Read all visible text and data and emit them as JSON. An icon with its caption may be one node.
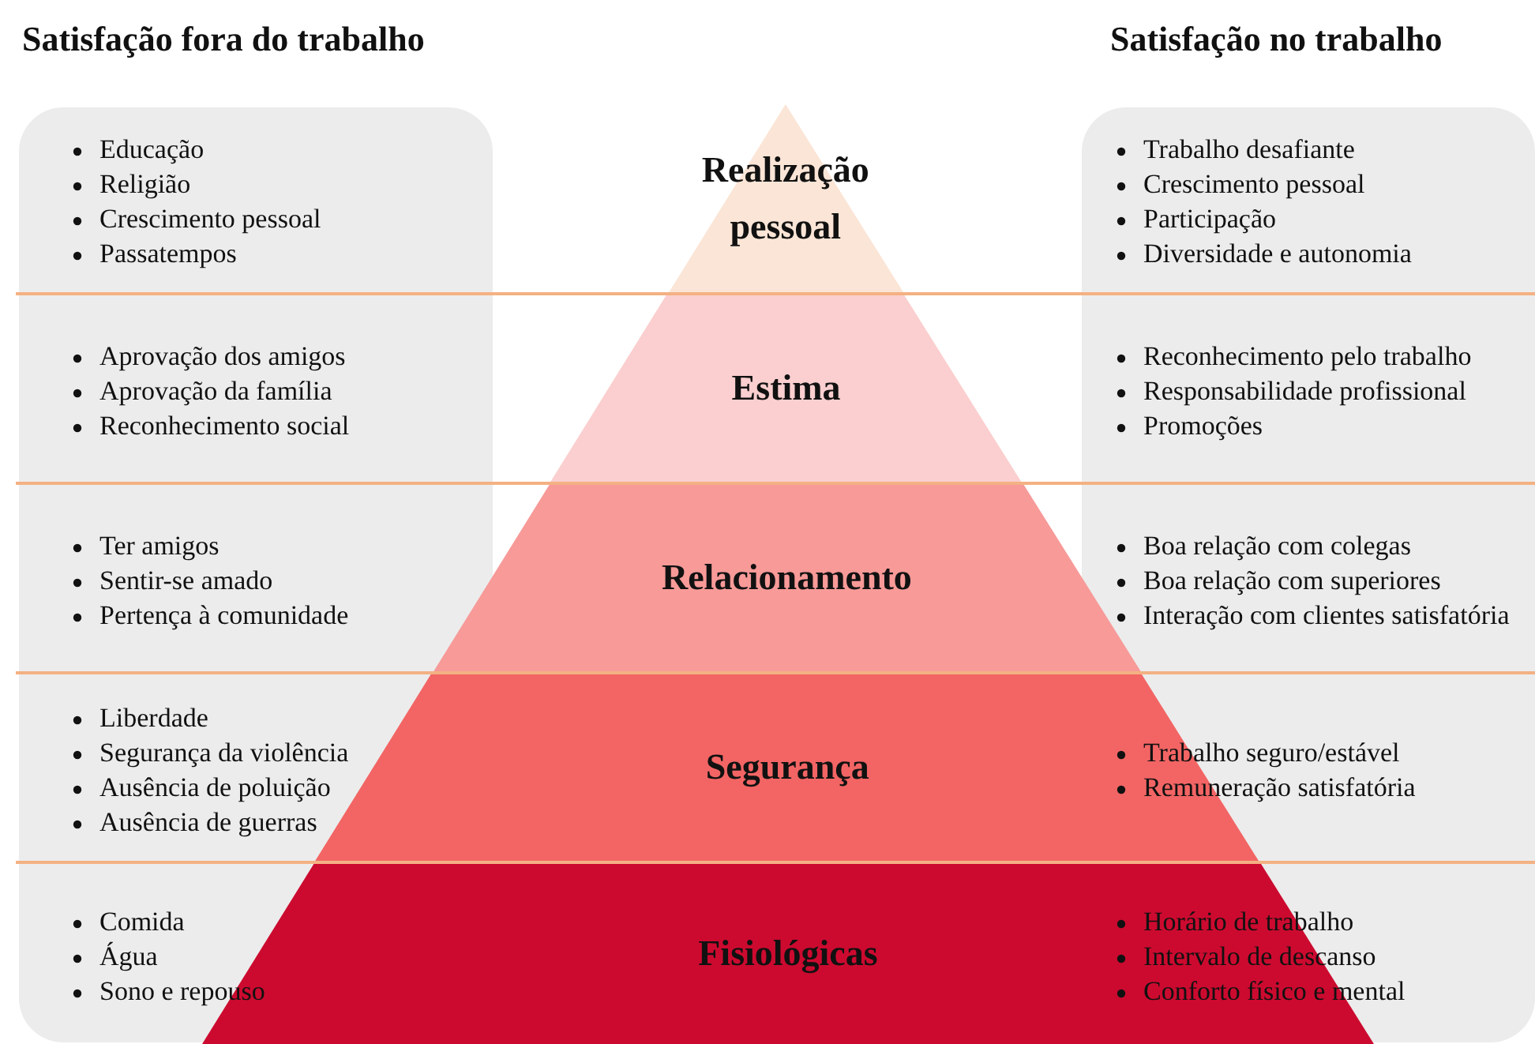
{
  "diagram": {
    "nodes": [
      {
        "text": [],
        "shape": "box"
      },
      {
        "text": [],
        "shape": "box"
      },
      {
        "text": [
          "Realização pessoal"
        ]
      },
      {
        "text": [
          "Estima"
        ]
      },
      {
        "text": [
          "Relacionamento"
        ]
      },
      {
        "text": [
          "Segurança"
        ]
      },
      {
        "text": [
          "Fisiológicas"
        ]
      }
    ],
    "labels": [
      "Satisfação fora do trabalho",
      "Satisfação no trabalho",
      "Educação",
      "Religião",
      "Crescimento pessoal",
      "Passatempos",
      "Trabalho desafiante",
      "Crescimento pessoal",
      "Participação",
      "Diversidade e autonomia",
      "Aprovação dos amigos",
      "Aprovação da família",
      "Reconhecimento social",
      "Reconhecimento pelo trabalho",
      "Responsabilidade profissional",
      "Promoções",
      "Ter amigos",
      "Sentir-se amado",
      "Pertença à comunidade",
      "Boa relação com colegas",
      "Boa relação com superiores",
      "Interação com clientes satisfatória",
      "Liberdade",
      "Segurança da violência",
      "Ausência de poluição",
      "Ausência de guerras",
      "Trabalho seguro/estável",
      "Remuneração satisfatória",
      "Comida",
      "Água",
      "Sono e repouso",
      "Horário de trabalho",
      "Intervalo de descanso",
      "Conforto físico e mental"
    ]
  }
}
